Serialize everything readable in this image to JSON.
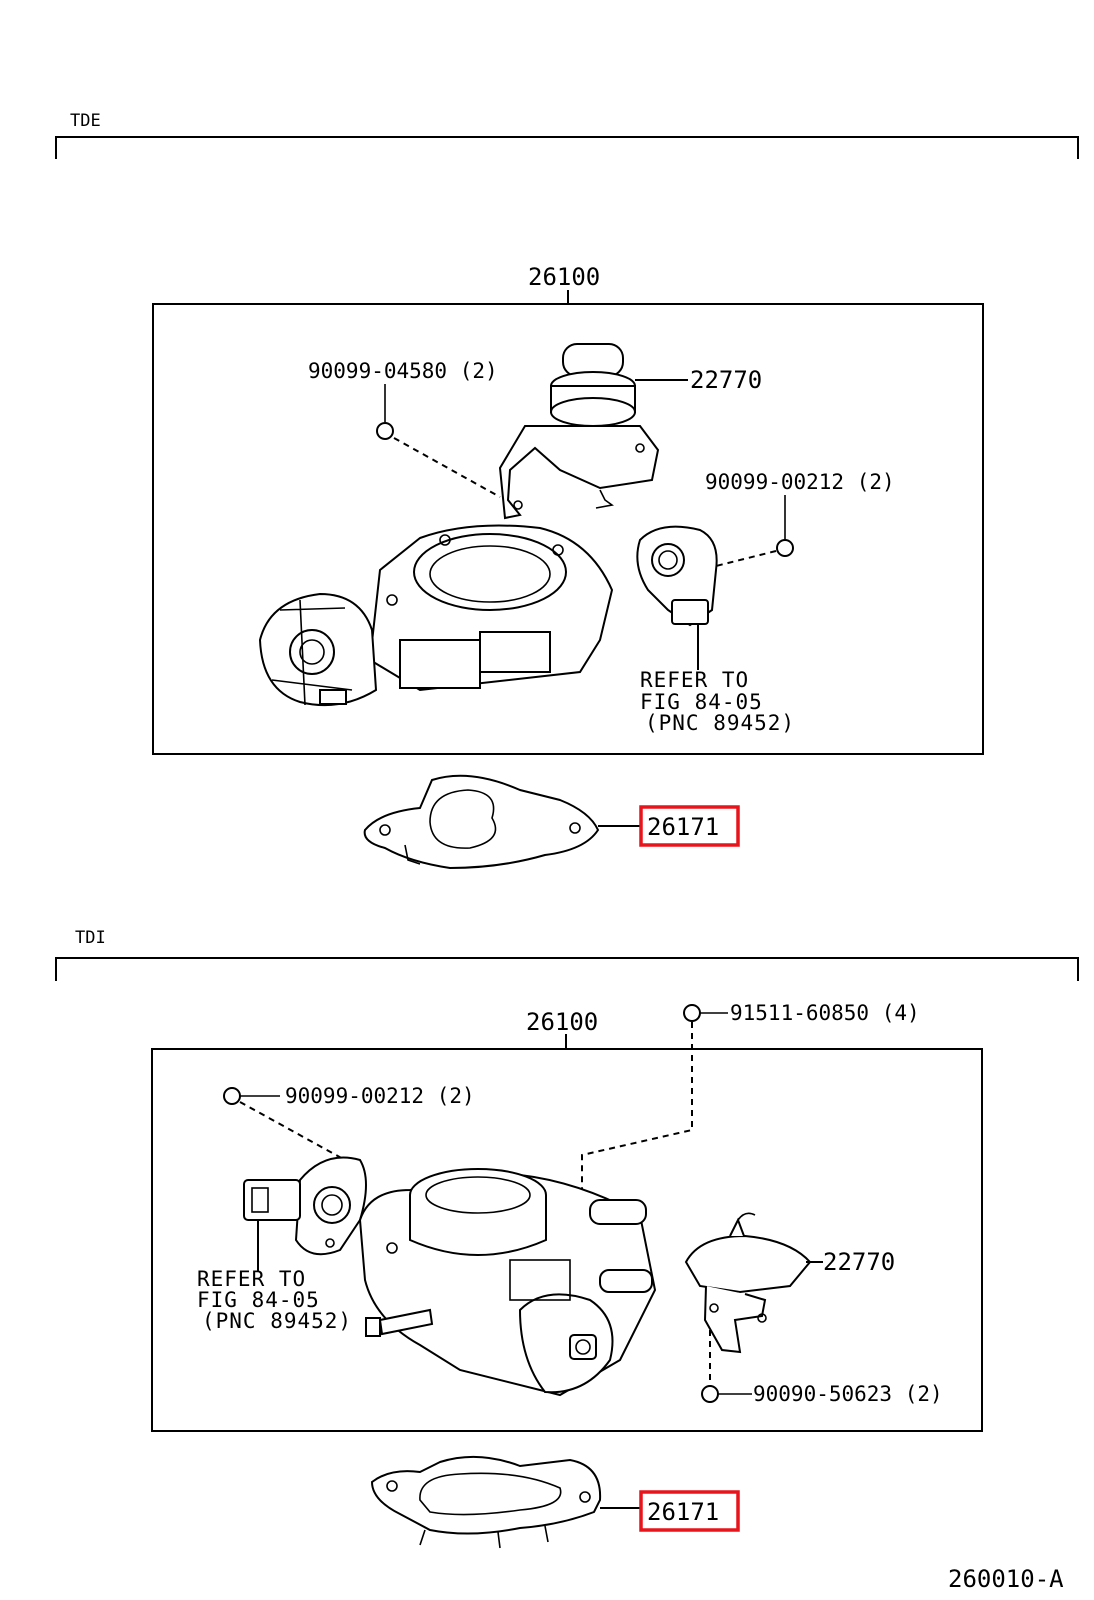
{
  "sections": [
    {
      "name": "TDE",
      "assembly": "26100",
      "labels": {
        "bolt_a": "90099-04580 (2)",
        "valve": "22770",
        "bolt_b": "90099-00212 (2)",
        "ref_line1": "REFER TO",
        "ref_line2": "FIG 84-05",
        "ref_line3": "(PNC 89452)",
        "gasket": "26171"
      }
    },
    {
      "name": "TDI",
      "assembly": "26100",
      "labels": {
        "bolt_top": "91511-60850 (4)",
        "bolt_b": "90099-00212 (2)",
        "valve": "22770",
        "bolt_c": "90090-50623 (2)",
        "ref_line1": "REFER TO",
        "ref_line2": "FIG 84-05",
        "ref_line3": "(PNC 89452)",
        "gasket": "26171"
      }
    }
  ],
  "figure_id": "260010-A",
  "highlight_color": "#e8141b"
}
